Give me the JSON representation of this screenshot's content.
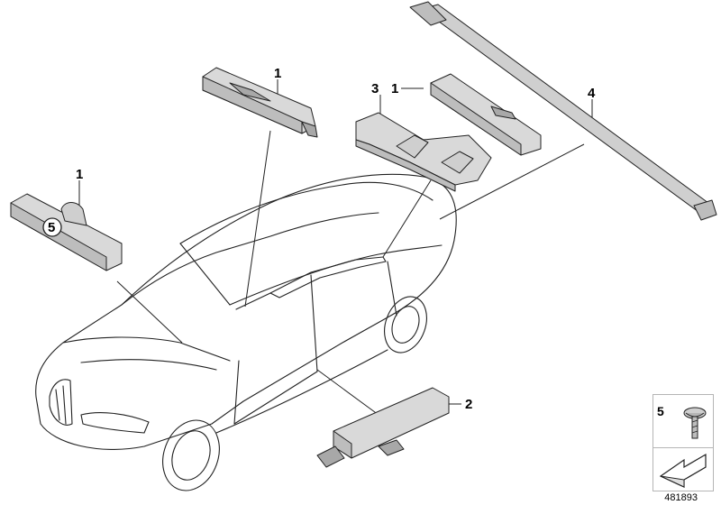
{
  "callouts": {
    "a": "1",
    "b": "1",
    "c": "1",
    "d": "2",
    "e": "3",
    "f": "4",
    "circled": "5"
  },
  "legend": {
    "item_number": "5"
  },
  "diagram_number": "481893",
  "colors": {
    "part_fill": "#d9d9d9",
    "part_dark": "#a8a8a8",
    "line": "#222222",
    "legend_border": "#b5b5b5"
  }
}
